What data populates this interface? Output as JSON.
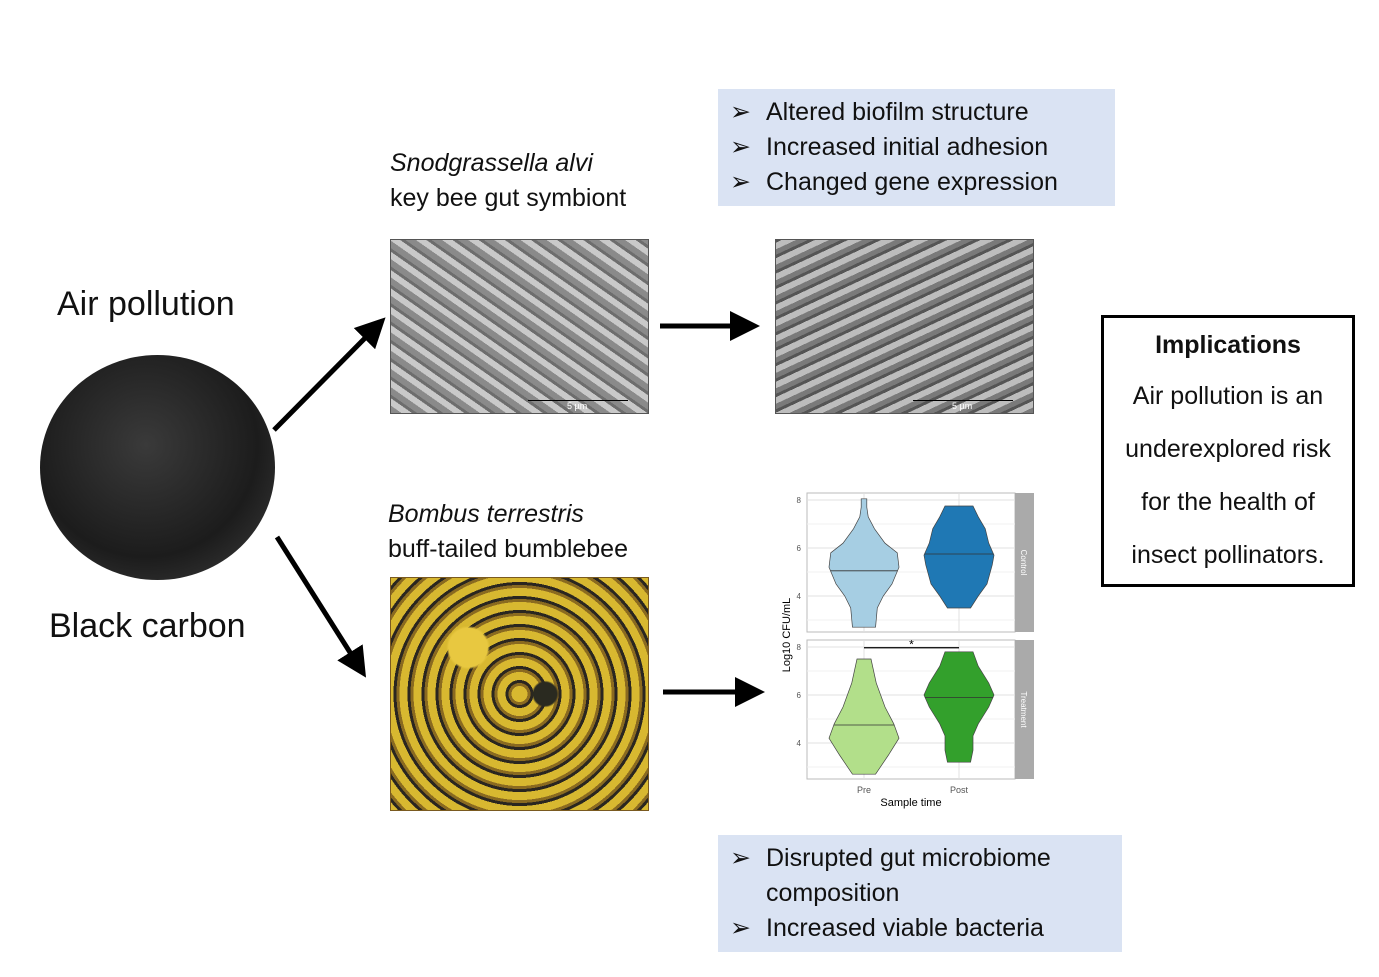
{
  "left": {
    "title_top": "Air pollution",
    "title_bottom": "Black carbon"
  },
  "top": {
    "species": "Snodgrassella alvi",
    "desc": "key bee gut symbiont",
    "scale_label": "5 µm",
    "findings": [
      "Altered biofilm structure",
      "Increased initial adhesion",
      "Changed gene expression"
    ]
  },
  "bottom": {
    "species": "Bombus terrestris",
    "desc": "buff-tailed bumblebee",
    "findings": [
      "Disrupted gut microbiome composition",
      "Increased viable bacteria"
    ]
  },
  "implications": {
    "title": "Implications",
    "lines": [
      "Air pollution is an",
      "underexplored risk",
      "for the health of",
      "insect pollinators."
    ]
  },
  "bullet": "➢",
  "chart_data": {
    "type": "violin",
    "xlabel": "Sample time",
    "ylabel": "Log10 CFU/mL",
    "categories": [
      "Pre",
      "Post"
    ],
    "yticks": [
      4,
      6,
      8
    ],
    "ylim": [
      2.4,
      8.3
    ],
    "significance": "*",
    "facets": [
      {
        "name": "Control",
        "violins": [
          {
            "x": "Pre",
            "color": "#a6cee3",
            "median": 5.05,
            "profile": [
              [
                2.7,
                0.33
              ],
              [
                3.5,
                0.38
              ],
              [
                4.0,
                0.55
              ],
              [
                4.5,
                0.8
              ],
              [
                5.2,
                1.0
              ],
              [
                5.8,
                0.95
              ],
              [
                6.2,
                0.6
              ],
              [
                6.8,
                0.3
              ],
              [
                7.3,
                0.12
              ],
              [
                7.7,
                0.08
              ],
              [
                8.05,
                0.08
              ]
            ]
          },
          {
            "x": "Post",
            "color": "#1f78b4",
            "median": 5.75,
            "profile": [
              [
                3.5,
                0.33
              ],
              [
                4.0,
                0.55
              ],
              [
                4.5,
                0.8
              ],
              [
                5.3,
                0.95
              ],
              [
                5.7,
                1.0
              ],
              [
                6.2,
                0.85
              ],
              [
                6.8,
                0.75
              ],
              [
                7.3,
                0.55
              ],
              [
                7.75,
                0.4
              ]
            ]
          }
        ]
      },
      {
        "name": "Treatment",
        "violins": [
          {
            "x": "Pre",
            "color": "#b2df8a",
            "median": 4.75,
            "profile": [
              [
                2.7,
                0.33
              ],
              [
                3.5,
                0.7
              ],
              [
                4.2,
                1.0
              ],
              [
                4.8,
                0.85
              ],
              [
                5.5,
                0.6
              ],
              [
                6.5,
                0.35
              ],
              [
                7.5,
                0.2
              ]
            ]
          },
          {
            "x": "Post",
            "color": "#33a02c",
            "median": 5.9,
            "profile": [
              [
                3.2,
                0.33
              ],
              [
                3.7,
                0.4
              ],
              [
                4.3,
                0.4
              ],
              [
                4.8,
                0.55
              ],
              [
                5.5,
                0.85
              ],
              [
                6.0,
                1.0
              ],
              [
                6.5,
                0.85
              ],
              [
                7.2,
                0.55
              ],
              [
                7.8,
                0.4
              ]
            ]
          }
        ]
      }
    ]
  }
}
